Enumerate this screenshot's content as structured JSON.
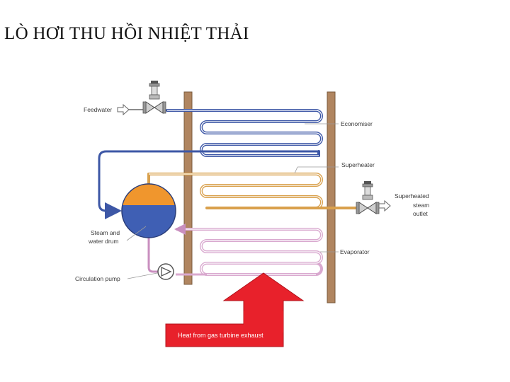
{
  "title": "LÒ HƠI THU HỒI NHIỆT THẢI",
  "labels": {
    "feedwater": "Feedwater",
    "economiser": "Economiser",
    "superheater": "Superheater",
    "superheated_line1": "Superheated",
    "superheated_line2": "steam",
    "superheated_line3": "outlet",
    "drum_line1": "Steam and",
    "drum_line2": "water drum",
    "evaporator": "Evaporator",
    "pump": "Circulation pump",
    "heat": "Heat from gas turbine exhaust"
  },
  "colors": {
    "economiser_tube": "#3d57a6",
    "superheater_tube": "#d9a04c",
    "evaporator_tube": "#d9a9cf",
    "wall": "#b08560",
    "drum_steam": "#f0962d",
    "drum_water": "#3f5fb4",
    "heat_arrow": "#e8212b"
  },
  "icons": [
    "valve-icon",
    "pump-icon",
    "arrow-icon"
  ]
}
